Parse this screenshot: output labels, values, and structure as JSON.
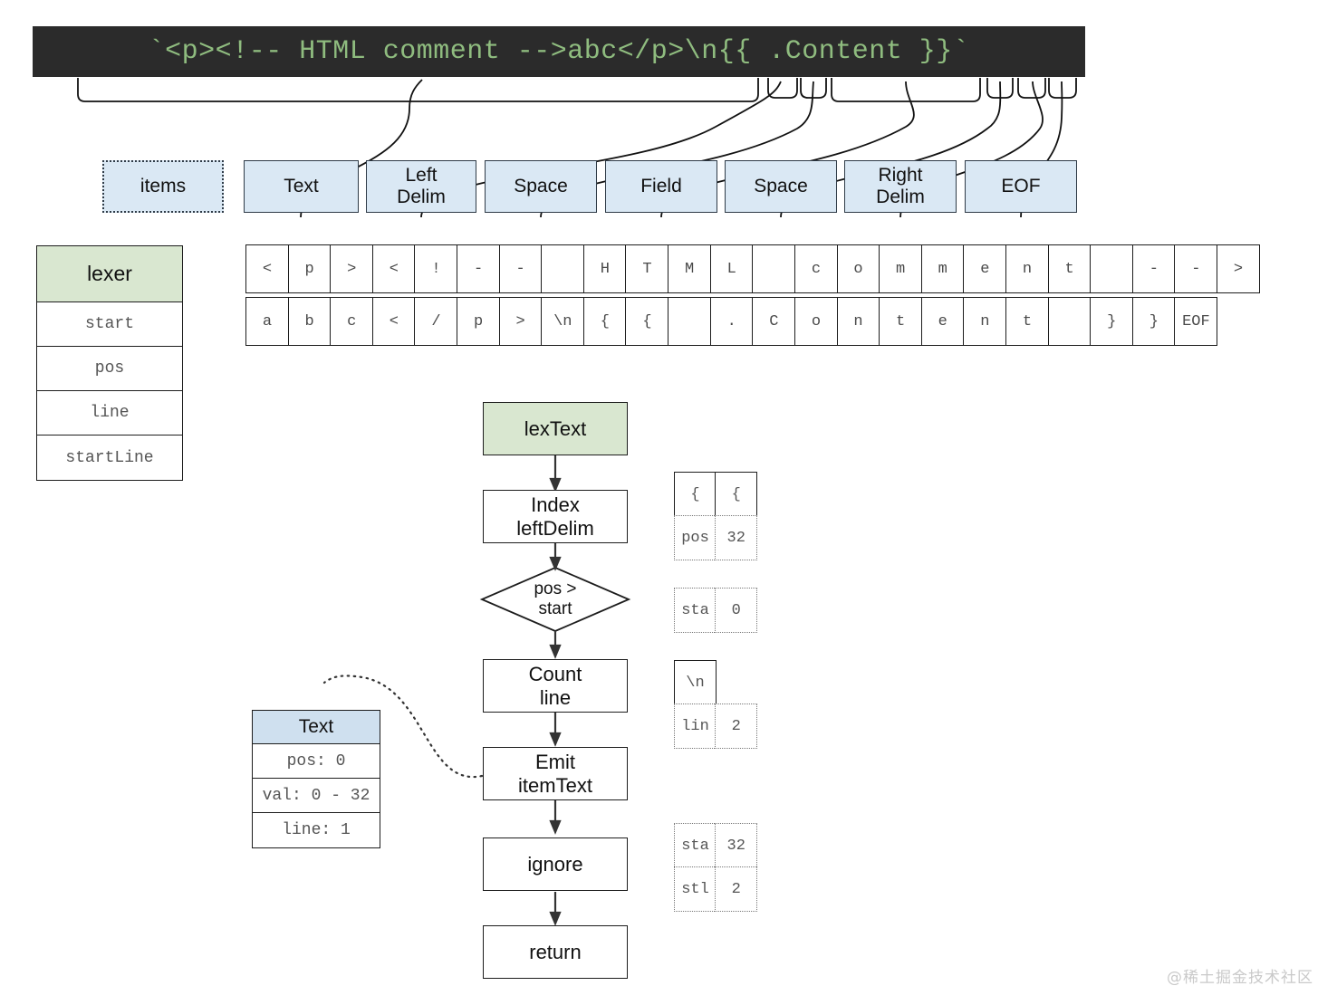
{
  "code_bar": {
    "text": "`<p><!-- HTML comment -->abc</p>\\n{{ .Content }}`",
    "background": "#2b2b2b",
    "foreground": "#8fbc7f"
  },
  "items_row": {
    "container_label": "items",
    "tokens": [
      {
        "label": "Text"
      },
      {
        "label": "Left\nDelim"
      },
      {
        "label": "Space"
      },
      {
        "label": "Field"
      },
      {
        "label": "Space"
      },
      {
        "label": "Right\nDelim"
      },
      {
        "label": "EOF"
      }
    ]
  },
  "lexer_struct": {
    "header": "lexer",
    "header_color": "#d9e7d0",
    "fields": [
      "start",
      "pos",
      "line",
      "startLine"
    ]
  },
  "char_tape": {
    "row1": [
      "<",
      "p",
      ">",
      "<",
      "!",
      "-",
      "-",
      " ",
      "H",
      "T",
      "M",
      "L",
      " ",
      "c",
      "o",
      "m",
      "m",
      "e",
      "n",
      "t",
      " ",
      "-",
      "-",
      ">"
    ],
    "row2": [
      "a",
      "b",
      "c",
      "<",
      "/",
      "p",
      ">",
      "\\n",
      "{",
      "{",
      " ",
      ".",
      "C",
      "o",
      "n",
      "t",
      "e",
      "n",
      "t",
      " ",
      "}",
      "}",
      "EOF"
    ]
  },
  "flowchart": {
    "nodes": [
      {
        "id": "lexText",
        "label": "lexText",
        "shape": "rect",
        "color": "#d9e7d0"
      },
      {
        "id": "index",
        "label": "Index\nleftDelim",
        "shape": "rect",
        "color": "#ffffff"
      },
      {
        "id": "cond",
        "label": "pos >\nstart",
        "shape": "diamond",
        "color": "#ffffff"
      },
      {
        "id": "count",
        "label": "Count\nline",
        "shape": "rect",
        "color": "#ffffff"
      },
      {
        "id": "emit",
        "label": "Emit\nitemText",
        "shape": "rect",
        "color": "#ffffff"
      },
      {
        "id": "ignore",
        "label": "ignore",
        "shape": "rect",
        "color": "#ffffff"
      },
      {
        "id": "return",
        "label": "return",
        "shape": "rect",
        "color": "#ffffff"
      }
    ]
  },
  "text_item": {
    "header": "Text",
    "header_color": "#cfe0ef",
    "fields": [
      "pos: 0",
      "val: 0 - 32",
      "line: 1"
    ]
  },
  "annotations": {
    "delim": {
      "cells": [
        "{",
        "{"
      ],
      "key": "pos",
      "value": "32"
    },
    "start": {
      "key": "sta",
      "value": "0"
    },
    "newline": {
      "cell": "\\n",
      "key": "lin",
      "value": "2"
    },
    "reset": {
      "rows": [
        {
          "key": "sta",
          "value": "32"
        },
        {
          "key": "stl",
          "value": "2"
        }
      ]
    }
  },
  "watermark": "@稀土掘金技术社区"
}
